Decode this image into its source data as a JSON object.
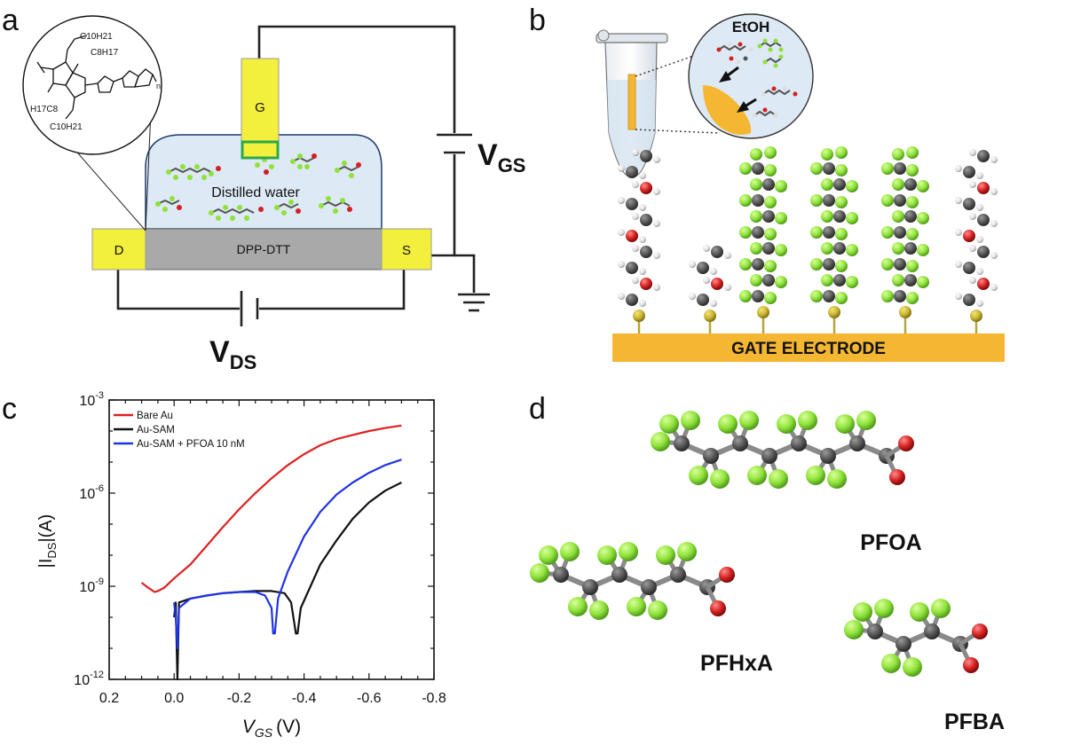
{
  "panels": {
    "a": {
      "letter": "a",
      "gate": "G",
      "drain": "D",
      "source": "S",
      "channel": "DPP-DTT",
      "electrolyte": "Distilled water",
      "vgs_main": "V",
      "vgs_sub": "GS",
      "vds_main": "V",
      "vds_sub": "DS",
      "polymer_subscripts": [
        "C10H21",
        "C8H17",
        "H17C8",
        "C10H21",
        "n"
      ]
    },
    "b": {
      "letter": "b",
      "solvent": "EtOH",
      "electrode": "GATE ELECTRODE"
    },
    "c": {
      "letter": "c",
      "xlabel_main": "V",
      "xlabel_sub": "GS",
      "xlabel_unit": "(V)",
      "ylabel_pre": "|I",
      "ylabel_sub": "DS",
      "ylabel_post": "|(A)",
      "yticks": [
        {
          "base": "10",
          "exp": "-3"
        },
        {
          "base": "10",
          "exp": "-6"
        },
        {
          "base": "10",
          "exp": "-9"
        },
        {
          "base": "10",
          "exp": "-12"
        }
      ],
      "xticks": [
        "0.2",
        "0.0",
        "-0.2",
        "-0.4",
        "-0.6",
        "-0.8"
      ]
    },
    "d": {
      "letter": "d",
      "molecules": [
        "PFOA",
        "PFHxA",
        "PFBA"
      ]
    }
  },
  "colors": {
    "gold": "#f2ef3d",
    "electrode_orange": "#f5b731",
    "channel_gray": "#a9a9a9",
    "water": "#dde9f5",
    "fluorine": "#8fe23a",
    "carbon": "#555555",
    "oxygen": "#d42020",
    "hydrogen": "#e6e6e6",
    "sulfur": "#c9b431",
    "bare_au": "#e02020",
    "au_sam": "#111111",
    "au_sam_pfoa": "#1f33e6"
  },
  "chart_data": {
    "type": "line",
    "xlabel": "VGS (V)",
    "ylabel": "|IDS|(A)",
    "xlim": [
      0.2,
      -0.8
    ],
    "ylim": [
      1e-12,
      0.001
    ],
    "yscale": "log",
    "legend_position": "top-left",
    "grid": false,
    "series": [
      {
        "name": "Bare Au",
        "color": "#e02020",
        "x": [
          0.1,
          0.08,
          0.06,
          0.05,
          0.03,
          0.0,
          -0.05,
          -0.1,
          -0.15,
          -0.2,
          -0.25,
          -0.3,
          -0.35,
          -0.4,
          -0.45,
          -0.5,
          -0.55,
          -0.6,
          -0.65,
          -0.7
        ],
        "y": [
          1.3e-09,
          9e-10,
          6.5e-10,
          7e-10,
          9e-10,
          1.8e-09,
          5e-09,
          2e-08,
          8e-08,
          3e-07,
          1e-06,
          3e-06,
          8e-06,
          1.8e-05,
          3.5e-05,
          5.5e-05,
          7.5e-05,
          0.0001,
          0.000125,
          0.00015
        ]
      },
      {
        "name": "Au-SAM",
        "color": "#111111",
        "x": [
          0.0,
          -0.005,
          -0.01,
          -0.015,
          -0.05,
          -0.1,
          -0.15,
          -0.2,
          -0.25,
          -0.3,
          -0.34,
          -0.36,
          -0.375,
          -0.38,
          -0.39,
          -0.42,
          -0.45,
          -0.5,
          -0.55,
          -0.6,
          -0.65,
          -0.7
        ],
        "y": [
          1e-10,
          3e-10,
          1e-12,
          3e-10,
          4e-10,
          5e-10,
          6e-10,
          6.5e-10,
          7e-10,
          7e-10,
          6e-10,
          3e-10,
          3e-11,
          3e-11,
          2e-10,
          1e-09,
          5e-09,
          3e-08,
          1.5e-07,
          5e-07,
          1.2e-06,
          2.2e-06
        ]
      },
      {
        "name": "Au-SAM + PFOA 10 nM",
        "color": "#1f33e6",
        "x": [
          0.0,
          -0.005,
          -0.01,
          -0.015,
          -0.05,
          -0.1,
          -0.15,
          -0.2,
          -0.25,
          -0.28,
          -0.3,
          -0.305,
          -0.31,
          -0.32,
          -0.35,
          -0.4,
          -0.45,
          -0.5,
          -0.55,
          -0.6,
          -0.65,
          -0.7
        ],
        "y": [
          3e-10,
          1e-10,
          1e-11,
          2e-10,
          4e-10,
          5e-10,
          6e-10,
          6.5e-10,
          6.5e-10,
          5e-10,
          2e-10,
          3e-11,
          3e-11,
          4e-10,
          3e-09,
          4e-08,
          2.5e-07,
          9e-07,
          2.2e-06,
          4.5e-06,
          8e-06,
          1.2e-05
        ]
      }
    ]
  }
}
